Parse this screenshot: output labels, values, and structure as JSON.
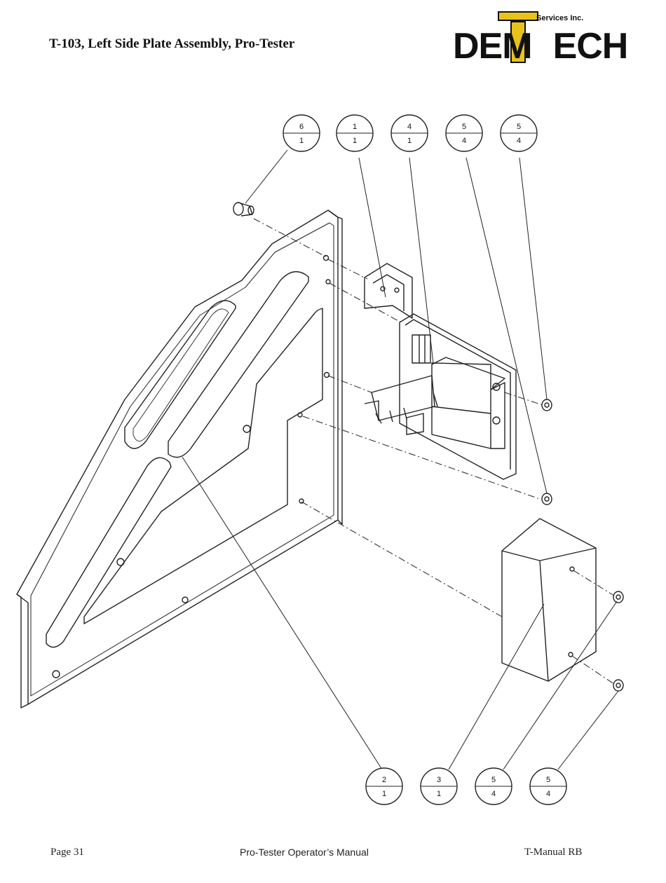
{
  "header": {
    "title": "T-103, Left Side Plate Assembly, Pro-Tester"
  },
  "logo": {
    "services_text": "Services Inc.",
    "word_left": "DEM",
    "word_right": "ECH",
    "colors": {
      "primary": "#111111",
      "accent": "#e8c21a"
    }
  },
  "callouts": [
    {
      "id": "balloon-6-top",
      "item": "6",
      "qty": "1"
    },
    {
      "id": "balloon-1-top",
      "item": "1",
      "qty": "1"
    },
    {
      "id": "balloon-4-top",
      "item": "4",
      "qty": "1"
    },
    {
      "id": "balloon-5a-top",
      "item": "5",
      "qty": "4"
    },
    {
      "id": "balloon-5b-top",
      "item": "5",
      "qty": "4"
    },
    {
      "id": "balloon-2-bottom",
      "item": "2",
      "qty": "1"
    },
    {
      "id": "balloon-3-bottom",
      "item": "3",
      "qty": "1"
    },
    {
      "id": "balloon-5c-bottom",
      "item": "5",
      "qty": "4"
    },
    {
      "id": "balloon-5d-bottom",
      "item": "5",
      "qty": "4"
    }
  ],
  "footer": {
    "page": "Page 31",
    "manual": "Pro-Tester Operator’s Manual",
    "revision": "T-Manual RB"
  }
}
